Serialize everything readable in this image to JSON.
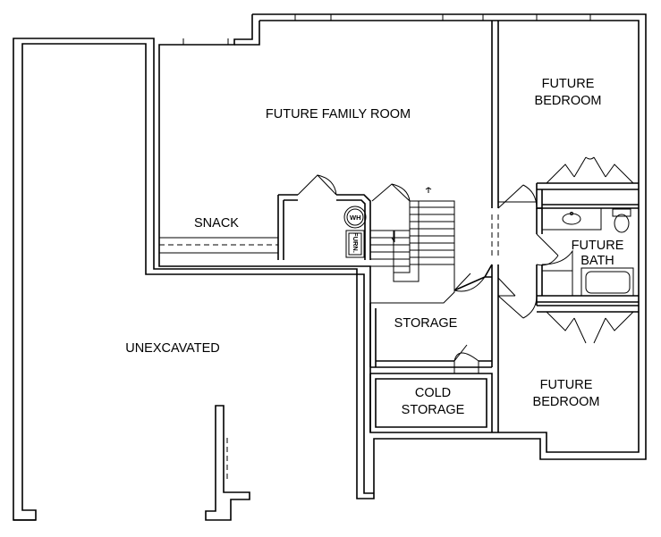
{
  "rooms": {
    "family_room": "FUTURE FAMILY ROOM",
    "bedroom_top": [
      "FUTURE",
      "BEDROOM"
    ],
    "bathroom": [
      "FUTURE",
      "BATH"
    ],
    "bedroom_bottom": [
      "FUTURE",
      "BEDROOM"
    ],
    "snack": "SNACK",
    "storage": "STORAGE",
    "cold_storage": [
      "COLD",
      "STORAGE"
    ],
    "unexcavated": "UNEXCAVATED"
  },
  "fixtures": {
    "water_heater": "WH",
    "furnace": "FURN."
  }
}
